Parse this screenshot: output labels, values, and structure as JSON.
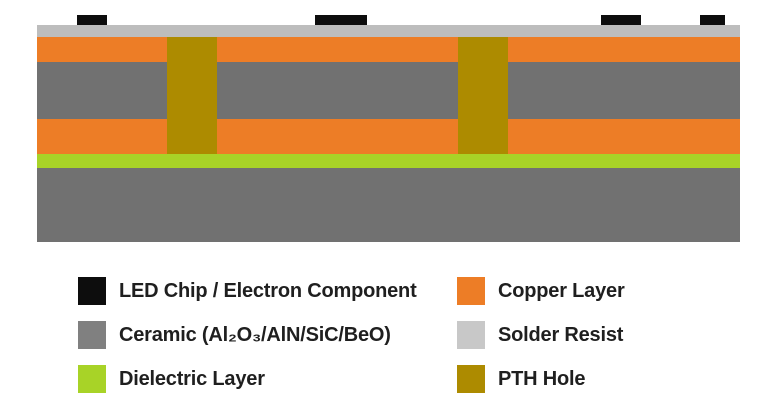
{
  "figure": {
    "background": "#ffffff"
  },
  "diagram": {
    "colors": {
      "chip": "#0d0d0d",
      "solder_resist": "#bdbdbd",
      "copper": "#ed7d26",
      "ceramic": "#717171",
      "dielectric": "#a8d327",
      "pth": "#ad8b00",
      "base": "#717171"
    }
  },
  "legend": {
    "text_color": "#1f1f1f",
    "left_column": [
      {
        "swatch_color": "#0d0d0d",
        "label": "LED Chip / Electron Component"
      },
      {
        "swatch_color": "#808080",
        "label": "Ceramic (Al₂O₃/AlN/SiC/BeO)"
      },
      {
        "swatch_color": "#a8d327",
        "label": "Dielectric Layer"
      }
    ],
    "right_column": [
      {
        "swatch_color": "#ed7d26",
        "label": "Copper Layer"
      },
      {
        "swatch_color": "#c8c8c8",
        "label": "Solder Resist"
      },
      {
        "swatch_color": "#ad8b00",
        "label": "PTH Hole"
      }
    ]
  }
}
